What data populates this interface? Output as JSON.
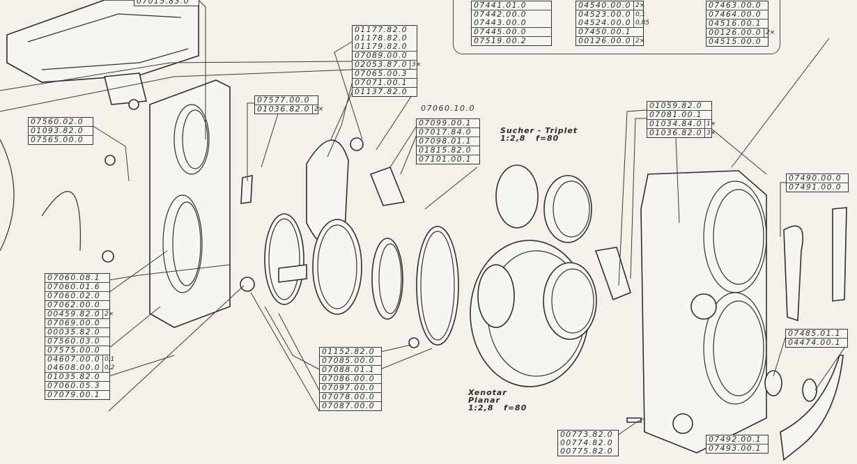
{
  "groups": [
    {
      "id": "g-tr-a",
      "name": "parts-table-top-right-a",
      "rows": [
        {
          "code": "07441.01.0"
        },
        {
          "code": "07442.00.0"
        },
        {
          "code": "07443.00.0",
          "joined": true
        },
        {
          "code": "07445.00.0"
        },
        {
          "code": "07519.00.2"
        }
      ]
    },
    {
      "id": "g-tr-b",
      "name": "parts-table-top-right-b",
      "rows": [
        {
          "code": "04540.00.0",
          "qty": "2×"
        },
        {
          "code": "04523.00.0",
          "qty": "0,1"
        },
        {
          "code": "04524.00.0",
          "qty": "0,05",
          "joined": true
        },
        {
          "code": "07450.00.1"
        },
        {
          "code": "00126.00.0",
          "qty": "2×"
        }
      ]
    },
    {
      "id": "g-tr-c",
      "name": "parts-table-top-right-c",
      "rows": [
        {
          "code": "07463.00.0"
        },
        {
          "code": "07464.00.0"
        },
        {
          "code": "04516.00.1"
        },
        {
          "code": "00126.00.0",
          "qty": "2×"
        },
        {
          "code": "04515.00.0"
        }
      ]
    },
    {
      "id": "g-top-left",
      "name": "parts-table-top-left",
      "rows": [
        {
          "code": "07015.83.0"
        }
      ]
    },
    {
      "id": "g-shutter",
      "name": "parts-table-shutter",
      "rows": [
        {
          "code": "01177.82.0"
        },
        {
          "code": "01178.82.0",
          "joined": true
        },
        {
          "code": "01179.82.0",
          "joined": true
        },
        {
          "code": "07089.00.0"
        },
        {
          "code": "02053.87.0",
          "qty": "3×"
        },
        {
          "code": "07065.00.3"
        },
        {
          "code": "07071.00.1"
        },
        {
          "code": "01137.82.0"
        }
      ]
    },
    {
      "id": "g-bracket",
      "name": "parts-table-bracket",
      "rows": [
        {
          "code": "07577.00.0"
        },
        {
          "code": "01036.82.0",
          "qty": "2×"
        }
      ]
    },
    {
      "id": "g-lever",
      "name": "parts-table-lever",
      "title": "07060.10.0",
      "rows": [
        {
          "code": "07099.00.1"
        },
        {
          "code": "07017.84.0"
        },
        {
          "code": "07098.01.1"
        },
        {
          "code": "01815.82.0"
        },
        {
          "code": "07101.00.1"
        }
      ]
    },
    {
      "id": "g-hood",
      "name": "parts-table-hood",
      "rows": [
        {
          "code": "01059.82.0"
        },
        {
          "code": "07081.00.1"
        },
        {
          "code": "01034.84.0",
          "qty": "1×"
        },
        {
          "code": "01036.82.0",
          "qty": "3×"
        }
      ]
    },
    {
      "id": "g-left-top",
      "name": "parts-table-left-top",
      "rows": [
        {
          "code": "07560.02.0"
        },
        {
          "code": "01093.82.0"
        },
        {
          "code": "07565.00.0"
        }
      ]
    },
    {
      "id": "g-right-side",
      "name": "parts-table-right-side",
      "rows": [
        {
          "code": "07490.00.0"
        },
        {
          "code": "07491.00.0"
        }
      ]
    },
    {
      "id": "g-left-bottom",
      "name": "parts-table-left-bottom",
      "title": "07060.05.4",
      "rows": [
        {
          "code": "07060.08.1"
        },
        {
          "code": "07060.01.6"
        },
        {
          "code": "07060.02.0"
        },
        {
          "code": "07062.00.0"
        },
        {
          "code": "00459.82.0",
          "qty": "2×"
        },
        {
          "code": "07069.00.0"
        },
        {
          "code": "00035.82.0"
        },
        {
          "code": "07560.03.0"
        },
        {
          "code": "07575.00.0"
        },
        {
          "code": "04607.00.0",
          "qty": "0,1"
        },
        {
          "code": "04608.00.0",
          "qty": "0,2",
          "joined": true
        },
        {
          "code": "01035.82.0"
        },
        {
          "code": "07060.05.3"
        },
        {
          "code": "07079.00.1"
        }
      ]
    },
    {
      "id": "g-rings",
      "name": "parts-table-rings",
      "rows": [
        {
          "code": "01152.82.0"
        },
        {
          "code": "07085.00.0"
        },
        {
          "code": "07088.01.1"
        },
        {
          "code": "07086.00.0"
        },
        {
          "code": "07097.00.0"
        },
        {
          "code": "07078.00.0"
        },
        {
          "code": "07087.00.0"
        }
      ]
    },
    {
      "id": "g-knob",
      "name": "parts-table-knob",
      "rows": [
        {
          "code": "07485.01.1"
        },
        {
          "code": "04474.00.1"
        }
      ]
    },
    {
      "id": "g-pins",
      "name": "parts-table-pins",
      "rows": [
        {
          "code": "00773.82.0"
        },
        {
          "code": "00774.82.0",
          "joined": true
        },
        {
          "code": "00775.82.0",
          "joined": true
        }
      ]
    },
    {
      "id": "g-plate",
      "name": "parts-table-plate",
      "rows": [
        {
          "code": "07492.00.1"
        },
        {
          "code": "07493.00.1"
        }
      ]
    }
  ],
  "notes": {
    "sucher": "Sucher - Triplet\n1:2,8   f=80",
    "xenotar": "Xenotar\nPlanar\n1:2,8   f=80"
  }
}
